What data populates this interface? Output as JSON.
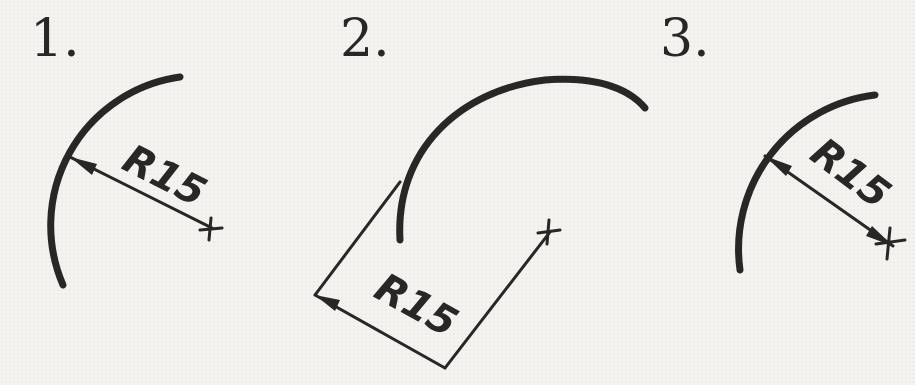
{
  "figures": [
    {
      "number": "1.",
      "dimension": "R15"
    },
    {
      "number": "2.",
      "dimension": "R15"
    },
    {
      "number": "3.",
      "dimension": "R15"
    }
  ],
  "colors": {
    "ink": "#2b2626",
    "paper": "#f4f3ef"
  }
}
